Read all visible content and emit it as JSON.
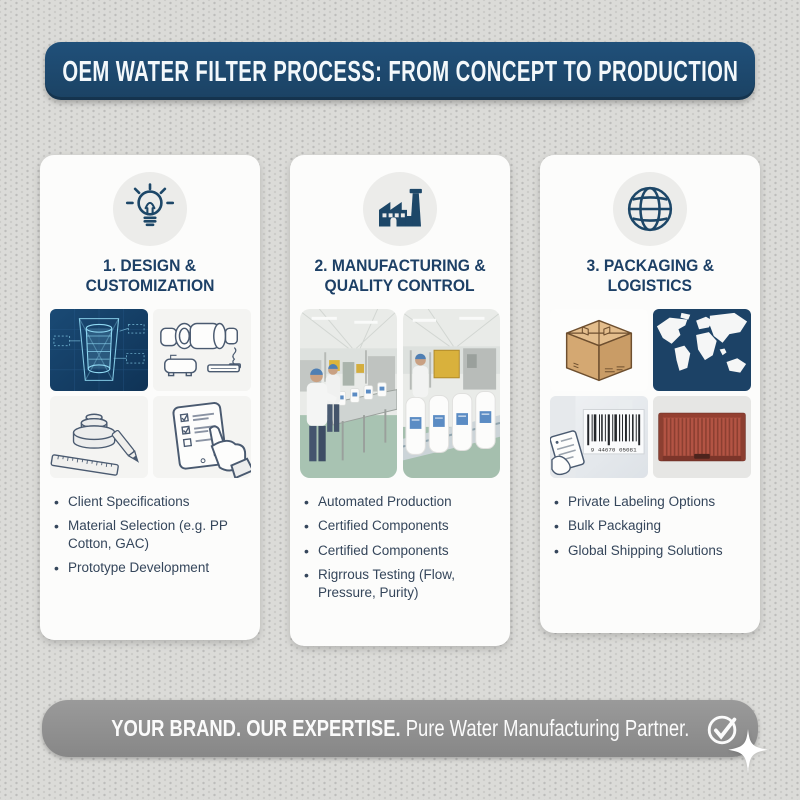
{
  "header": {
    "title": "OEM WATER FILTER PROCESS: FROM CONCEPT TO PRODUCTION"
  },
  "cards": [
    {
      "icon": "lightbulb-icon",
      "title_line1": "1. DESIGN &",
      "title_line2": "CUSTOMIZATION",
      "tiles": [
        "filter-blueprint-render",
        "filter-housing-line-drawing",
        "filter-cap-ruler-pencil-drawing",
        "tablet-checklist-hand-drawing"
      ],
      "bullets": [
        "Client Specifications",
        "Material Selection (e.g. PP Cotton, GAC)",
        "Prototype Development"
      ]
    },
    {
      "icon": "factory-icon",
      "title_line1": "2. MANUFACTURING &",
      "title_line2": "QUALITY CONTROL",
      "tiles": [
        "assembly-line-workers-photo",
        "filter-cartridge-conveyor-photo"
      ],
      "bullets": [
        "Automated Production",
        "Certified Components",
        "Certified Components",
        "Rigrrous Testing (Flow, Pressure, Purity)"
      ]
    },
    {
      "icon": "globe-icon",
      "title_line1": "3. PACKAGING &",
      "title_line2": "LOGISTICS",
      "tiles": [
        "cardboard-box-illustration",
        "world-map-graphic",
        "barcode-label-photo",
        "shipping-container-graphic"
      ],
      "bullets": [
        "Private Labeling Options",
        "Bulk Packaging",
        "Global Shipping Solutions"
      ],
      "barcode_digits": "9 44670 05081"
    }
  ],
  "footer": {
    "brand_text": "YOUR BRAND. OUR EXPERTISE.",
    "partner_text": "Pure Water Manufacturing Partner.",
    "icon": "check-circle-icon",
    "decoration": "sparkle-icon"
  },
  "colors": {
    "navy": "#1d4768",
    "page_bg": "#dbdbd8",
    "card_bg": "#fcfcfb",
    "footer_gray": "#8d8d8d",
    "blueprint_bg": "#143a5f",
    "map_bg": "#1c4266",
    "container_red": "#b35444",
    "accent_cyan": "#8fd8f2"
  }
}
